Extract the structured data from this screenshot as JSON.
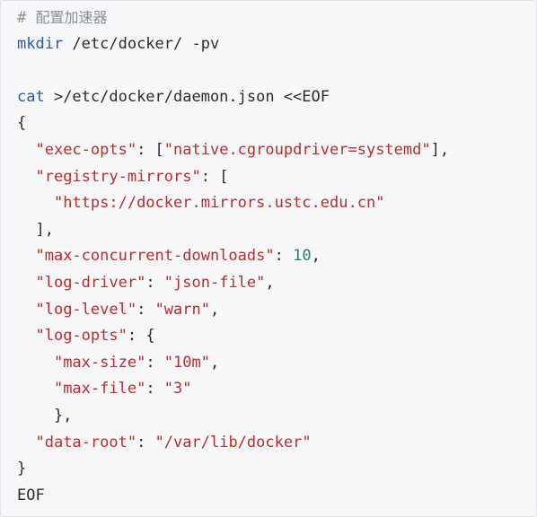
{
  "code": {
    "lines": [
      [
        {
          "t": "# ",
          "c": "comment"
        },
        {
          "t": "配置加速器",
          "c": "comment cmt-text"
        }
      ],
      [
        {
          "t": "mkdir",
          "c": "kw"
        },
        {
          "t": " /etc/docker/ -pv",
          "c": "plain"
        }
      ],
      [],
      [
        {
          "t": "cat",
          "c": "kw"
        },
        {
          "t": " >/etc/docker/daemon.json <<EOF",
          "c": "plain"
        }
      ],
      [
        {
          "t": "{",
          "c": "punct"
        }
      ],
      [
        {
          "t": "  ",
          "c": "plain"
        },
        {
          "t": "\"exec-opts\"",
          "c": "str"
        },
        {
          "t": ": [",
          "c": "punct"
        },
        {
          "t": "\"native.cgroupdriver=systemd\"",
          "c": "str"
        },
        {
          "t": "],",
          "c": "punct"
        }
      ],
      [
        {
          "t": "  ",
          "c": "plain"
        },
        {
          "t": "\"registry-mirrors\"",
          "c": "str"
        },
        {
          "t": ": [",
          "c": "punct"
        }
      ],
      [
        {
          "t": "    ",
          "c": "plain"
        },
        {
          "t": "\"https://docker.mirrors.ustc.edu.cn\"",
          "c": "str"
        }
      ],
      [
        {
          "t": "  ],",
          "c": "punct"
        }
      ],
      [
        {
          "t": "  ",
          "c": "plain"
        },
        {
          "t": "\"max-concurrent-downloads\"",
          "c": "str"
        },
        {
          "t": ": ",
          "c": "punct"
        },
        {
          "t": "10",
          "c": "num"
        },
        {
          "t": ",",
          "c": "punct"
        }
      ],
      [
        {
          "t": "  ",
          "c": "plain"
        },
        {
          "t": "\"log-driver\"",
          "c": "str"
        },
        {
          "t": ": ",
          "c": "punct"
        },
        {
          "t": "\"json-file\"",
          "c": "str"
        },
        {
          "t": ",",
          "c": "punct"
        }
      ],
      [
        {
          "t": "  ",
          "c": "plain"
        },
        {
          "t": "\"log-level\"",
          "c": "str"
        },
        {
          "t": ": ",
          "c": "punct"
        },
        {
          "t": "\"warn\"",
          "c": "str"
        },
        {
          "t": ",",
          "c": "punct"
        }
      ],
      [
        {
          "t": "  ",
          "c": "plain"
        },
        {
          "t": "\"log-opts\"",
          "c": "str"
        },
        {
          "t": ": {",
          "c": "punct"
        }
      ],
      [
        {
          "t": "    ",
          "c": "plain"
        },
        {
          "t": "\"max-size\"",
          "c": "str"
        },
        {
          "t": ": ",
          "c": "punct"
        },
        {
          "t": "\"10m\"",
          "c": "str"
        },
        {
          "t": ",",
          "c": "punct"
        }
      ],
      [
        {
          "t": "    ",
          "c": "plain"
        },
        {
          "t": "\"max-file\"",
          "c": "str"
        },
        {
          "t": ": ",
          "c": "punct"
        },
        {
          "t": "\"3\"",
          "c": "str"
        }
      ],
      [
        {
          "t": "    },",
          "c": "punct"
        }
      ],
      [
        {
          "t": "  ",
          "c": "plain"
        },
        {
          "t": "\"data-root\"",
          "c": "str"
        },
        {
          "t": ": ",
          "c": "punct"
        },
        {
          "t": "\"/var/lib/docker\"",
          "c": "str"
        }
      ],
      [
        {
          "t": "}",
          "c": "punct"
        }
      ],
      [
        {
          "t": "EOF",
          "c": "plain"
        }
      ]
    ]
  }
}
